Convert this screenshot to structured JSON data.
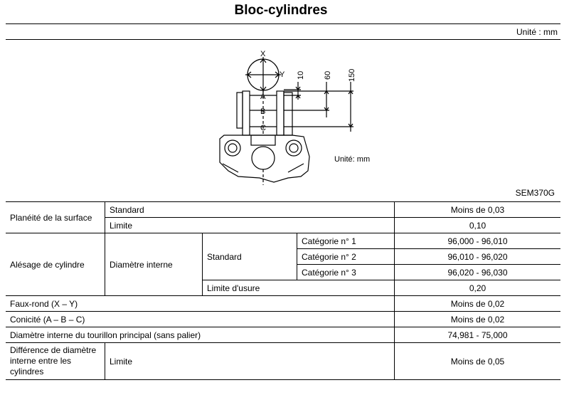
{
  "header": {
    "title": "Bloc-cylindres",
    "unit": "Unité : mm"
  },
  "figure": {
    "code": "SEM370G",
    "unit": "Unité: mm",
    "labels": {
      "x": "X",
      "y": "Y",
      "a": "A",
      "b": "B",
      "c": "C",
      "d10": "10",
      "d60": "60",
      "d150": "150"
    }
  },
  "table": {
    "surface": {
      "label": "Planéité de la surface",
      "standard": "Standard",
      "standard_value": "Moins de 0,03",
      "limit": "Limite",
      "limit_value": "0,10"
    },
    "bore": {
      "label": "Alésage de cylindre",
      "sub": "Diamètre interne",
      "standard": "Standard",
      "categories": [
        {
          "name": "Catégorie n° 1",
          "value": "96,000 - 96,010"
        },
        {
          "name": "Catégorie n° 2",
          "value": "96,010 - 96,020"
        },
        {
          "name": "Catégorie n° 3",
          "value": "96,020 - 96,030"
        }
      ],
      "wear_limit": "Limite d'usure",
      "wear_value": "0,20"
    },
    "ovality": {
      "label": "Faux-rond (X – Y)",
      "value": "Moins de 0,02"
    },
    "taper": {
      "label": "Conicité (A – B – C)",
      "value": "Moins de 0,02"
    },
    "journal": {
      "label": "Diamètre interne du tourillon principal (sans palier)",
      "value": "74,981 - 75,000"
    },
    "difference": {
      "label": "Différence de diamètre interne entre les cylindres",
      "limit": "Limite",
      "value": "Moins de 0,05"
    }
  }
}
